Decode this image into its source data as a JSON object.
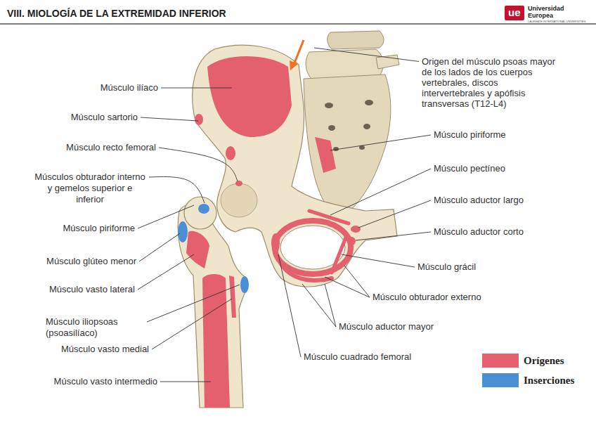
{
  "diagram": {
    "title": "VIII. MIOLOGÍA DE LA EXTREMIDAD INFERIOR",
    "nodes": [
      {
        "text": [
          "ue"
        ]
      }
    ],
    "labels": [
      "Universidad Europea",
      "LAUREATE INTERNATIONAL UNIVERSITIES",
      "Músculo ilíaco",
      "Músculo sartorio",
      "Músculo recto femoral",
      "Músculos obturador interno y gemelos superior e inferior",
      "Músculo piriforme",
      "Músculo glúteo menor",
      "Músculo vasto lateral",
      "Músculo iliopsoas (psoasilíaco)",
      "Músculo vasto medial",
      "Músculo vasto intermedio",
      "Origen del músculo psoas mayor de los lados de los cuerpos vertebrales, discos intervertebrales y apófisis transversas (T12-L4)",
      "Músculo piriforme",
      "Músculo pectíneo",
      "Músculo aductor largo",
      "Músculo aductor corto",
      "Músculo grácil",
      "Músculo obturador externo",
      "Músculo aductor mayor",
      "Músculo cuadrado femoral"
    ],
    "legend": [
      {
        "text": "Orígenes",
        "color": "#e5606f"
      },
      {
        "text": "Inserciones",
        "color": "#4a8fd6"
      }
    ]
  }
}
